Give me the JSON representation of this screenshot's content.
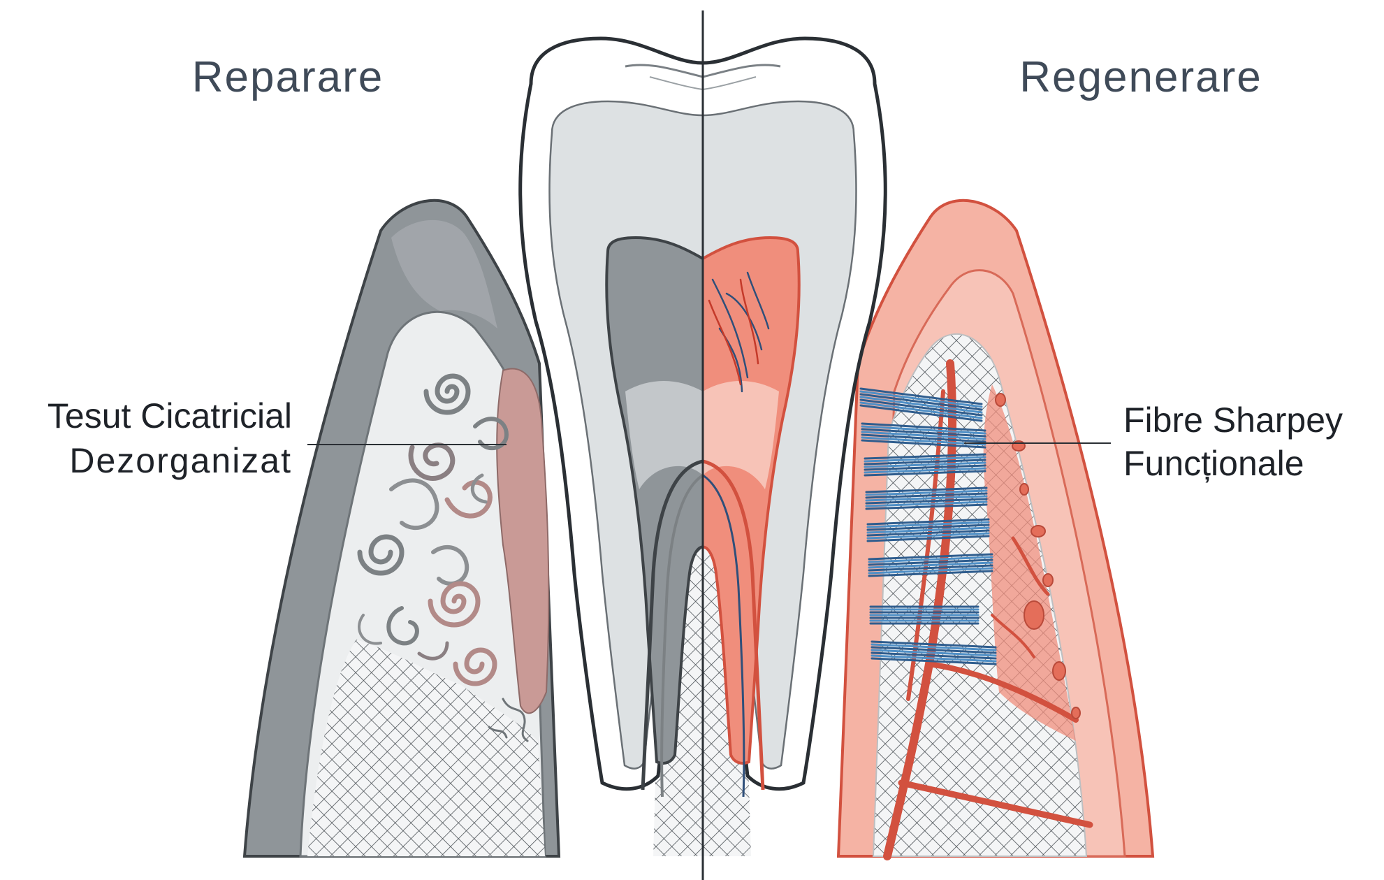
{
  "headings": {
    "left": "Reparare",
    "right": "Regenerare"
  },
  "callouts": {
    "left": {
      "line1": "Tesut Cicatricial",
      "line2": "Dezorganizat"
    },
    "right": {
      "line1": "Fibre Sharpey",
      "line2": "Funcționale"
    }
  },
  "colors": {
    "repair_gray": "#8f9599",
    "repair_light": "#c3c7ca",
    "scar_tissue": "#c99a96",
    "regen_red": "#e46e5a",
    "regen_pink": "#f5b3a4",
    "fiber_blue": "#4f8fc6",
    "tooth_white": "#ffffff",
    "dentin": "#dde1e3"
  }
}
